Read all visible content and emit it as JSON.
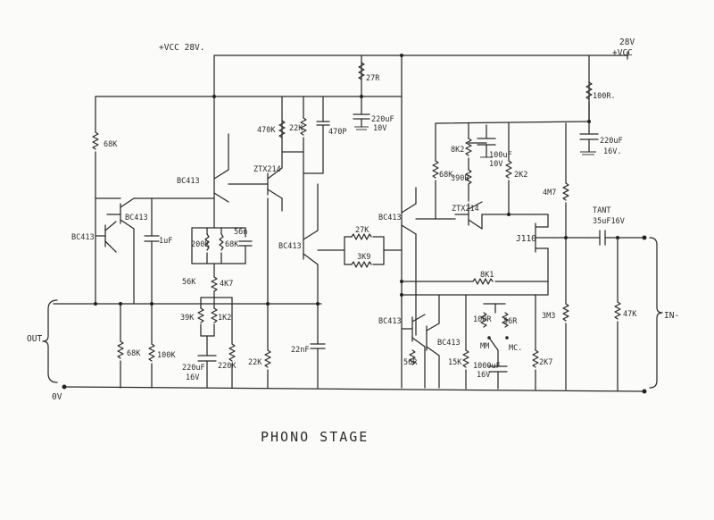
{
  "diagram": {
    "title": "PHONO STAGE",
    "rails": {
      "vcc_left": "+VCC 28V.",
      "vcc_right_top": "28V",
      "vcc_right_bottom": "+VCC",
      "out": "OUT",
      "zero": "0V",
      "in": "IN-"
    },
    "transistors": {
      "q1": "BC413",
      "q2": "BC413",
      "q3": "BC413",
      "q4": "ZTX214",
      "q5": "BC413",
      "q6": "BC413",
      "q7": "BC413",
      "q8": "BC413",
      "q9": "ZTX214",
      "jfet": "J110"
    },
    "resistors": {
      "r68k_top": "68K",
      "r68k_bottom": "68K",
      "r100k_left": "100K",
      "r200k": "200K",
      "r68k_mid": "68K",
      "r56k": "56K",
      "r4k7": "4K7",
      "r39k": "39K",
      "r1k2": "1K2",
      "r220k": "220K",
      "r22k_mid": "22K",
      "r470k": "470K",
      "r22k_top": "22K",
      "r27r": "27R",
      "r27k": "27K",
      "r3k9": "3K9",
      "r8k2": "8K2",
      "r390r": "390R",
      "r68k_right": "68K",
      "r2k2": "2K2",
      "r8k1": "8K1",
      "r100r_sw": "100R",
      "r56r_sw": "56R",
      "r56r_low": "56R",
      "r15k": "15K",
      "r2k7": "2K7",
      "r4m7": "4M7",
      "r3m3": "3M3",
      "r47k": "47K",
      "r100r_top": "100R."
    },
    "capacitors": {
      "c1uf": "1uF",
      "c56n": "56n",
      "c470p": "470P",
      "c220uf_top": "220uF",
      "c220uf_top_v": "10V",
      "c220uf_left": "220uF",
      "c220uf_left_v": "16V",
      "c22nf": "22nF",
      "c100uf": "100uF",
      "c100uf_v": "10V",
      "c1000uf": "1000uF",
      "c1000uf_v": "16V",
      "c220uf_right": "220uF",
      "c220uf_right_v": "16V.",
      "tant_type": "TANT",
      "tant_value": "35uF16V"
    },
    "switch": {
      "mm": "MM",
      "mc": "MC."
    },
    "colors": {
      "ink": "#2a2a2a",
      "paper": "#fbfbfa"
    }
  }
}
